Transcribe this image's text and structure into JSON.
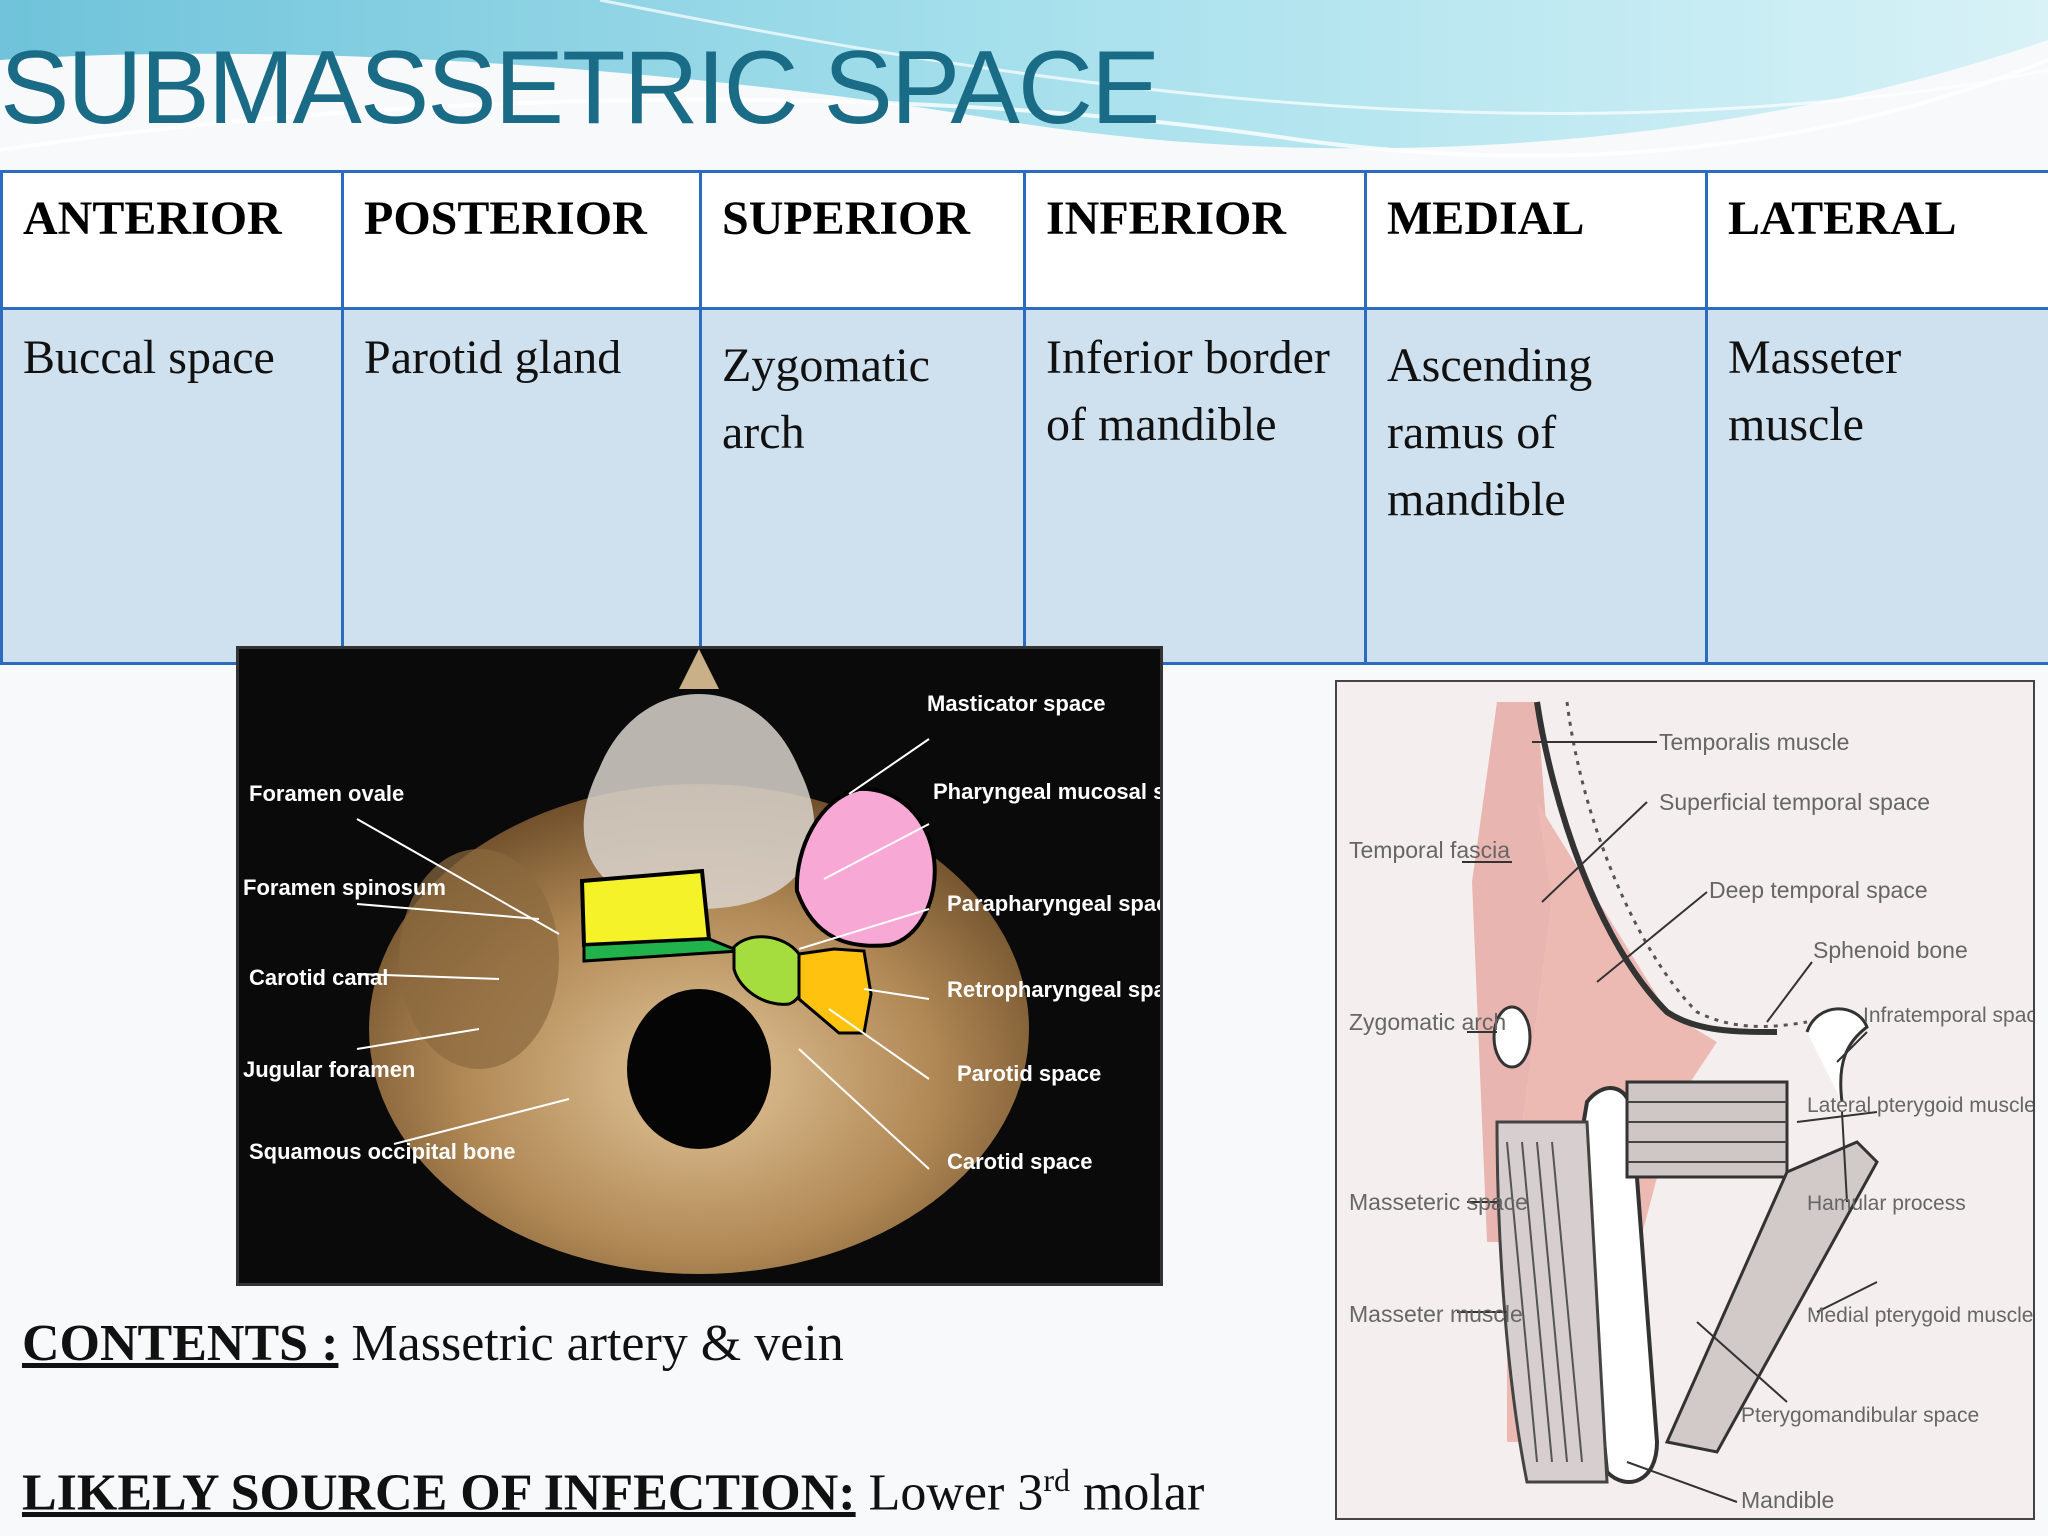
{
  "slide": {
    "title": "SUBMASSETRIC SPACE"
  },
  "table": {
    "headers": [
      "ANTERIOR",
      "POSTERIOR",
      "SUPERIOR",
      "INFERIOR",
      "MEDIAL",
      "LATERAL"
    ],
    "cells": [
      "Buccal space",
      "Parotid gland",
      "Zygomatic arch",
      "Inferior border of mandible",
      "Ascending ramus of mandible",
      "Masseter muscle"
    ]
  },
  "photo": {
    "left_labels": [
      "Foramen ovale",
      "Foramen spinosum",
      "Carotid canal",
      "Jugular foramen",
      "Squamous occipital bone"
    ],
    "right_labels": [
      "Masticator space",
      "Pharyngeal mucosal space",
      "Parapharyngeal space",
      "Retropharyngeal space",
      "Parotid space",
      "Carotid space"
    ],
    "colors": {
      "masticator": "#f7a8d4",
      "parapharyngeal": "#f5f22a",
      "retropharyngeal": "#22b24c",
      "parotid": "#a6dd3e",
      "carotid": "#ffc20e"
    }
  },
  "diagram": {
    "labels": [
      "Temporalis muscle",
      "Superficial temporal space",
      "Temporal fascia",
      "Deep temporal space",
      "Sphenoid bone",
      "Zygomatic arch",
      "Infratemporal space",
      "Lateral pterygoid muscle",
      "Masseteric space",
      "Hamular process",
      "Masseter muscle",
      "Medial pterygoid muscle",
      "Pterygomandibular space",
      "Mandible"
    ]
  },
  "contents": {
    "label": "CONTENTS :",
    "text": " Massetric artery & vein"
  },
  "source": {
    "label": "LIKELY SOURCE OF INFECTION:",
    "text_before": " Lower 3",
    "sup": "rd",
    "text_after": " molar"
  }
}
